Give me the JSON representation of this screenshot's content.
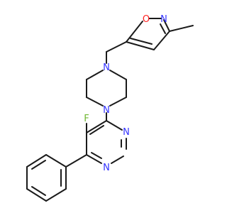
{
  "molecule": {
    "element_colors": {
      "N": "#3333ff",
      "O": "#ff2020",
      "F": "#6fb830",
      "C": "#1a1a1a"
    },
    "bond_color": "#1a1a1a",
    "atom_labels": {
      "isoxazole_O": "O",
      "isoxazole_N": "N",
      "piperazine_N_top": "N",
      "piperazine_N_bottom": "N",
      "fluorine": "F",
      "pyrimidine_N_top": "N",
      "pyrimidine_N_bottom": "N"
    }
  }
}
